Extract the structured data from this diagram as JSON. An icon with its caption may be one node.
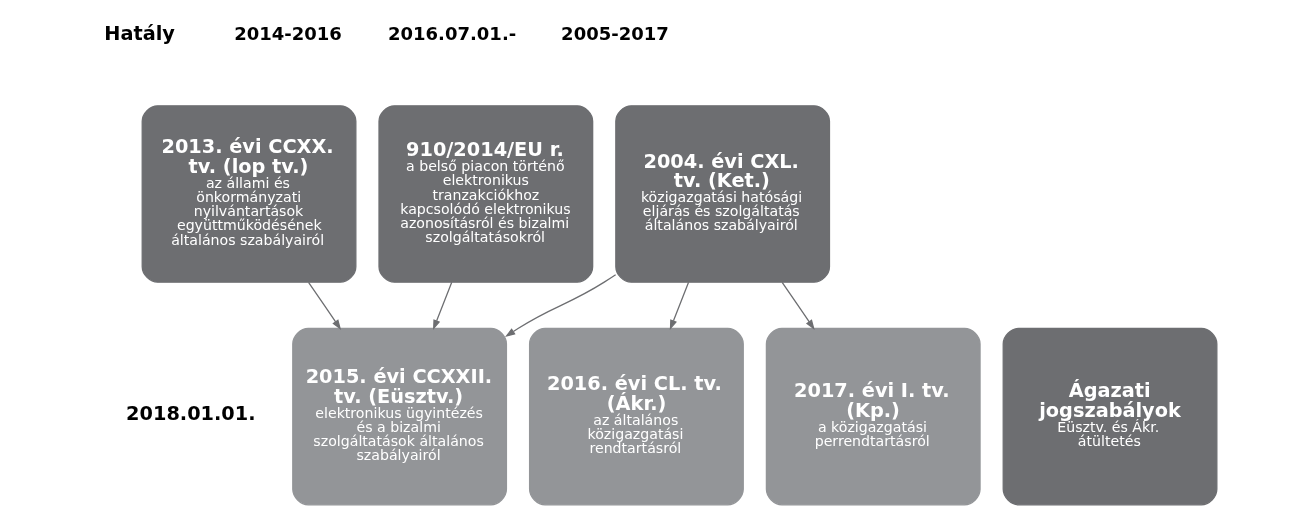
{
  "diagram": {
    "nodes": [
      {
        "text": [
          "2013. évi CCXX. tv. (lop tv.)",
          "az állami és önkormányzati nyilvántartások együttműködésének általános szabályairól"
        ],
        "beside": [
          "2014-2016"
        ]
      },
      {
        "text": [
          "910/2014/EU r.",
          "a belső piacon történő elektronikus tranzakciókhoz kapcsolódó elektronikus azonosításról és bizalmi szolgáltatásokról"
        ],
        "beside": [
          "2016.07.01.-"
        ]
      },
      {
        "text": [
          "2004. évi CXL. tv. (Ket.)",
          "közigazgatási hatósági eljárás és szolgáltatás általános szabályairól"
        ],
        "beside": [
          "2005-2017"
        ]
      },
      {
        "text": [
          "2015. évi CCXXII. tv. (Eüsztv.)",
          "elektronikus ügyintézés és a bizalmi szolgáltatások általános szabályairól"
        ]
      },
      {
        "text": [
          "2016. évi CL. tv. (Ákr.)",
          "az általános közigazgatási rendtartásról"
        ]
      },
      {
        "text": [
          "2017. évi I. tv. (Kp.)",
          "a közigazgatási perrendtartásról"
        ]
      },
      {
        "text": [
          "Ágazati jogszabályok",
          "Eüsztv. és Ákr. átültetés"
        ]
      }
    ],
    "edges": [
      {
        "from": 0,
        "to": 3,
        "arrow": "to"
      },
      {
        "from": 1,
        "to": 3,
        "arrow": "to"
      },
      {
        "from": 2,
        "to": 3,
        "arrow": "to"
      },
      {
        "from": 2,
        "to": 4,
        "arrow": "to"
      },
      {
        "from": 2,
        "to": 5,
        "arrow": "to"
      }
    ],
    "labels": [
      "Hatály",
      "2018.01.01."
    ]
  }
}
